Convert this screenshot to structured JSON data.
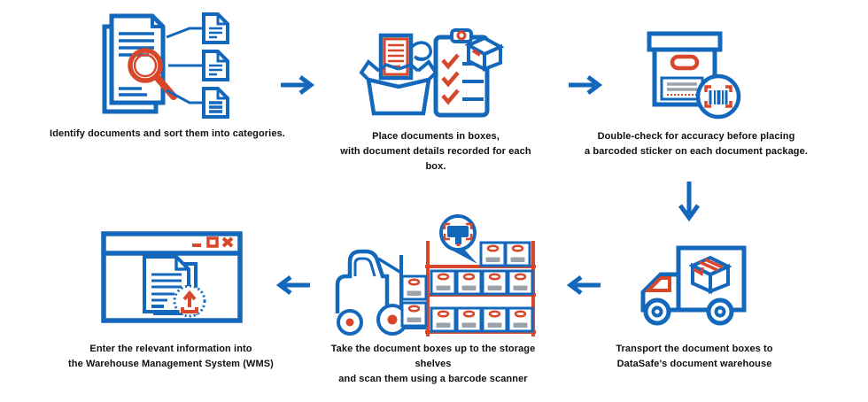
{
  "diagram": {
    "background": "#ffffff",
    "colors": {
      "blue": "#1368bc",
      "red": "#d9472b",
      "gray": "#9aa3ab",
      "text": "#0f0f0f"
    }
  },
  "steps": [
    {
      "icon": "sort-documents-icon",
      "lines": [
        "Identify documents and sort them into categories."
      ]
    },
    {
      "icon": "pack-documents-in-boxes-icon",
      "lines": [
        "Place documents in boxes,",
        "with document details recorded for each box."
      ]
    },
    {
      "icon": "barcode-sticker-box-icon",
      "lines": [
        "Double-check for accuracy before placing",
        "a barcoded sticker on each document package."
      ]
    },
    {
      "icon": "transport-truck-icon",
      "lines": [
        "Transport the document boxes to",
        "DataSafe's document warehouse"
      ]
    },
    {
      "icon": "forklift-storage-shelves-icon",
      "lines": [
        "Take the document boxes up to the storage shelves",
        "and scan them using a barcode scanner"
      ]
    },
    {
      "icon": "wms-entry-window-icon",
      "lines": [
        "Enter the relevant information into",
        "the Warehouse Management System (WMS)"
      ]
    }
  ],
  "arrows": [
    {
      "direction": "right"
    },
    {
      "direction": "right"
    },
    {
      "direction": "down"
    },
    {
      "direction": "left"
    },
    {
      "direction": "left"
    }
  ]
}
